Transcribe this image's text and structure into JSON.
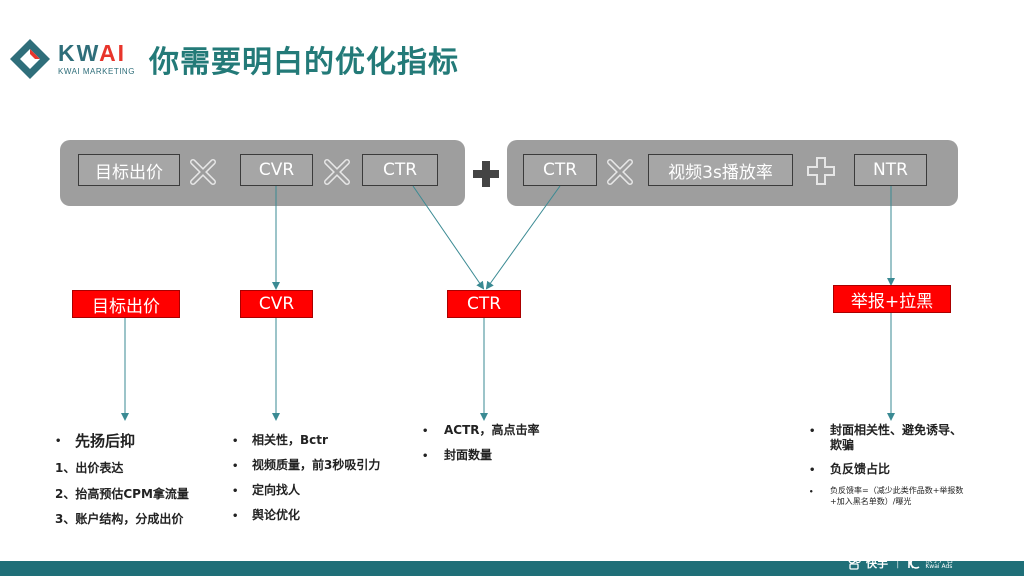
{
  "logo": {
    "word_main": "KW",
    "word_accent": "AI",
    "sub": "KWAI MARKETING",
    "brand_color": "#2f6e7a",
    "accent_color": "#e8352b"
  },
  "title": "你需要明白的优化指标",
  "formula": {
    "left_terms": [
      "目标出价",
      "CVR",
      "CTR"
    ],
    "left_ops": [
      "multiply-icon",
      "multiply-icon"
    ],
    "middle_op": "plus-icon",
    "right_terms": [
      "CTR",
      "视频3s播放率",
      "NTR"
    ],
    "right_ops": [
      "multiply-icon",
      "plus-icon"
    ]
  },
  "metrics": [
    {
      "label": "目标出价"
    },
    {
      "label": "CVR"
    },
    {
      "label": "CTR"
    },
    {
      "label": "举报+拉黑"
    }
  ],
  "lists": {
    "bid": {
      "heading": "先扬后抑",
      "items": [
        "1、出价表达",
        "2、抬高预估CPM拿流量",
        "3、账户结构，分成出价"
      ]
    },
    "cvr": {
      "items": [
        "相关性，Bctr",
        "视频质量，前3秒吸引力",
        "定向找人",
        "舆论优化"
      ]
    },
    "ctr": {
      "items": [
        "ACTR，高点击率",
        "封面数量"
      ]
    },
    "ntr": {
      "items": [
        "封面相关性、避免诱导、",
        "欺骗",
        "负反馈占比"
      ],
      "note_line1": "负反馈率=（减少此类作品数+举报数",
      "note_line2": "+加入黑名单数）/曝光"
    }
  },
  "footer": {
    "brand1": "快手",
    "brand2": "快手广告",
    "brand2_sub": "Kwai Ads",
    "color": "#1f6f78"
  },
  "colors": {
    "title": "#237a78",
    "bar": "#9e9e9e",
    "red": "#ff0000",
    "line": "#3a8a93"
  }
}
